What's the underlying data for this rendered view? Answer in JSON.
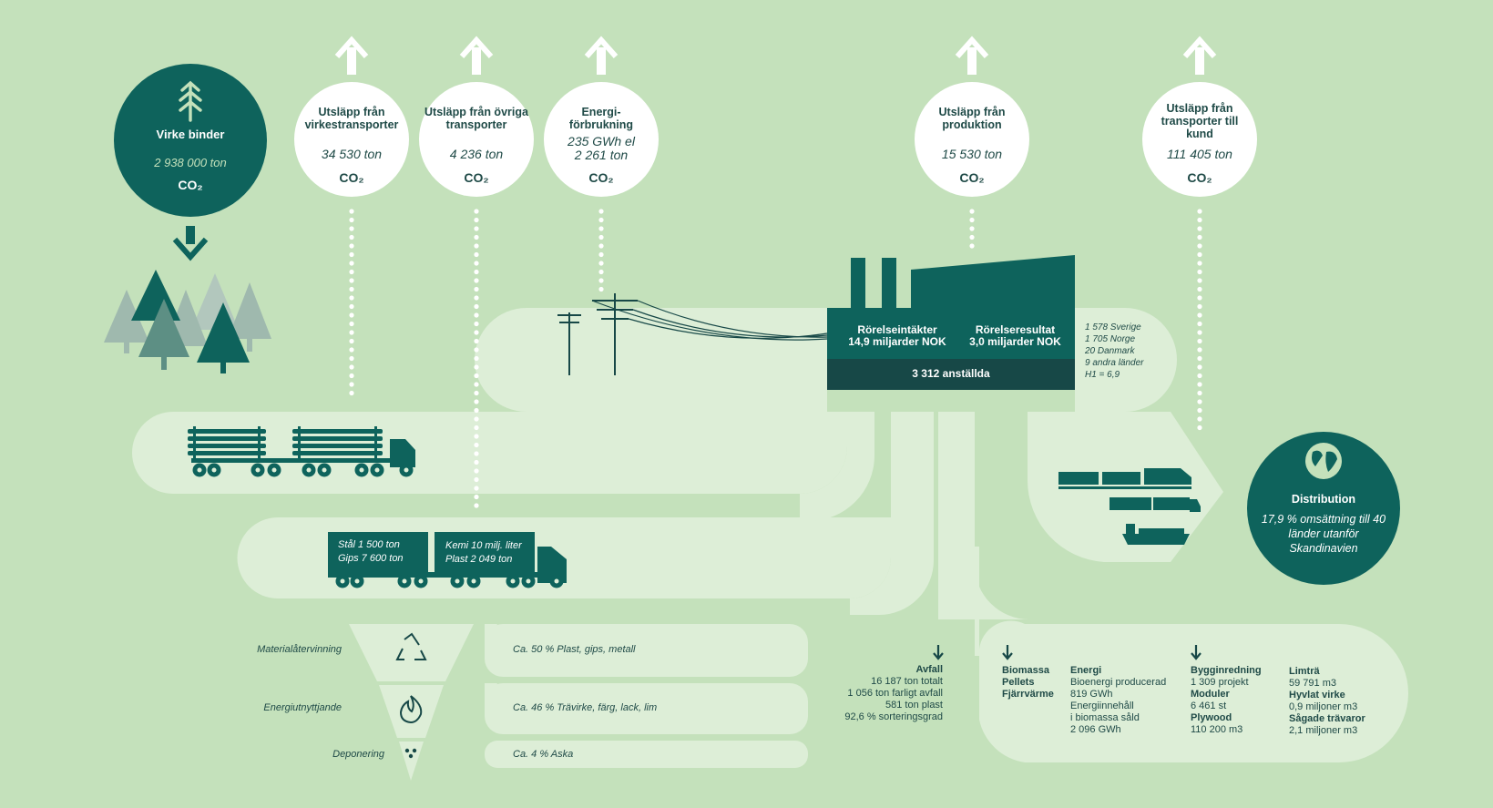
{
  "colors": {
    "background": "#c4e1bb",
    "band": "#ddeed7",
    "teal": "#0e635c",
    "dark": "#174847",
    "white": "#ffffff"
  },
  "icons": [
    "arrow-up-icon",
    "tree-icon",
    "forest-icon",
    "power-line-icon",
    "factory-icon",
    "timber-truck-icon",
    "cargo-truck-icon",
    "globe-icon",
    "train-icon",
    "ship-icon",
    "recycle-icon",
    "flame-icon",
    "dots-icon",
    "arrow-down-icon"
  ],
  "bind": {
    "title": "Virke binder",
    "value": "2 938 000 ton",
    "co2": "CO₂"
  },
  "emissions": [
    {
      "title": "Utsläpp från virkestransporter",
      "value": "34 530 ton",
      "co2": "CO₂"
    },
    {
      "title": "Utsläpp från övriga transporter",
      "value": "4 236 ton",
      "co2": "CO₂"
    },
    {
      "title": "Energi-förbrukning",
      "value": "235 GWh el\n2 261 ton",
      "co2": "CO₂"
    },
    {
      "title": "Utsläpp från produktion",
      "value": "15 530 ton",
      "co2": "CO₂"
    },
    {
      "title": "Utsläpp från transporter till kund",
      "value": "111 405 ton",
      "co2": "CO₂"
    }
  ],
  "factory": {
    "revenue_label": "Rörelseintäkter",
    "revenue_value": "14,9 miljarder NOK",
    "result_label": "Rörelseresultat",
    "result_value": "3,0 miljarder NOK",
    "employees": "3 312 anställda",
    "employee_breakdown": [
      "1 578 Sverige",
      "1 705 Norge",
      "20 Danmark",
      "9 andra länder",
      "H1 = 6,9"
    ]
  },
  "truck2": {
    "left": [
      "Stål 1 500 ton",
      "Gips 7 600 ton"
    ],
    "right": [
      "Kemi 10 milj. liter",
      "Plast 2 049 ton"
    ]
  },
  "distribution": {
    "title": "Distribution",
    "text": "17,9 % omsättning till 40 länder utanför Skandinavien"
  },
  "waste": {
    "levels": [
      {
        "label": "Materialåtervinning",
        "text": "Ca. 50 % Plast, gips, metall"
      },
      {
        "label": "Energiutnyttjande",
        "text": "Ca. 46 % Trävirke, färg, lack, lim"
      },
      {
        "label": "Deponering",
        "text": "Ca. 4 % Aska"
      }
    ],
    "avfall": {
      "title": "Avfall",
      "lines": [
        "16 187 ton totalt",
        "1 056 ton farligt avfall",
        "581 ton plast",
        "92,6 % sorteringsgrad"
      ]
    }
  },
  "products": {
    "bio_titles": [
      "Biomassa",
      "Pellets",
      "Fjärrvärme"
    ],
    "energy_title": "Energi",
    "energy_lines": [
      "Bioenergi producerad",
      "819 GWh",
      "Energiinnehåll",
      "i biomassa såld",
      "2 096 GWh"
    ],
    "building": [
      {
        "title": "Bygginredning",
        "value": "1 309 projekt"
      },
      {
        "title": "Moduler",
        "value": "6 461 st"
      },
      {
        "title": "Plywood",
        "value": "110 200 m3"
      }
    ],
    "wood": [
      {
        "title": "Limträ",
        "value": "59 791 m3"
      },
      {
        "title": "Hyvlat virke",
        "value": "0,9 miljoner m3"
      },
      {
        "title": "Sågade trävaror",
        "value": "2,1 miljoner m3"
      }
    ]
  }
}
